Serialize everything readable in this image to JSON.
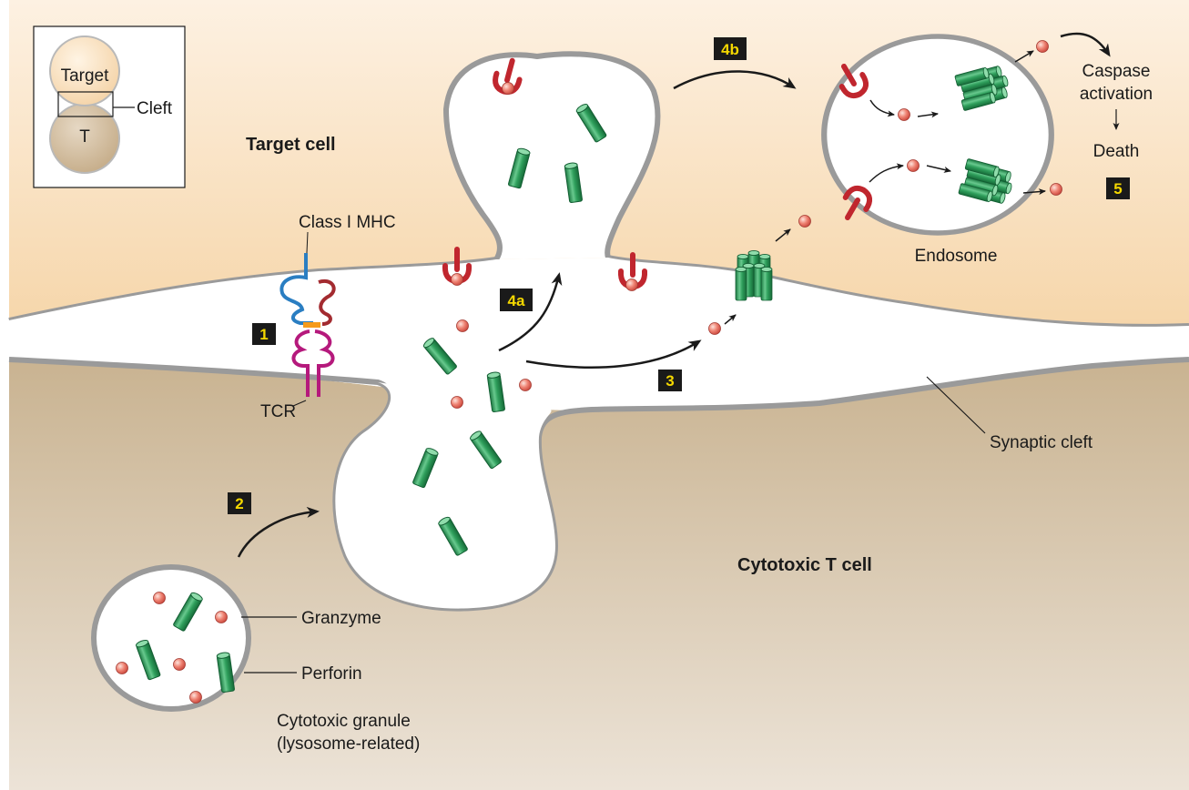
{
  "labels": {
    "inset_target": "Target",
    "inset_t": "T",
    "inset_cleft": "Cleft",
    "target_cell": "Target cell",
    "class_mhc": "Class I MHC",
    "tcr": "TCR",
    "endosome": "Endosome",
    "caspase_line1": "Caspase",
    "caspase_line2": "activation",
    "death": "Death",
    "synaptic_cleft": "Synaptic cleft",
    "cytotoxic_t_cell": "Cytotoxic T cell",
    "granzyme": "Granzyme",
    "perforin": "Perforin",
    "granule_line1": "Cytotoxic granule",
    "granule_line2": "(lysosome-related)"
  },
  "steps": {
    "s1": "1",
    "s2": "2",
    "s3": "3",
    "s4a": "4a",
    "s4b": "4b",
    "s5": "5"
  },
  "colors": {
    "target_cell_top": "#fbe8cf",
    "target_cell_bottom": "#f6d7ac",
    "t_cell_top": "#c8b28c",
    "t_cell_bottom": "#e8dccb",
    "membrane": "#9a9a9a",
    "perforin": "#2e9e5b",
    "granzyme": "#e9665a",
    "receptor": "#c0262e",
    "tcr": "#b5197c",
    "mhc": "#2a7ec2",
    "step_box": "#1a1a1a",
    "step_text": "#f5d800"
  }
}
